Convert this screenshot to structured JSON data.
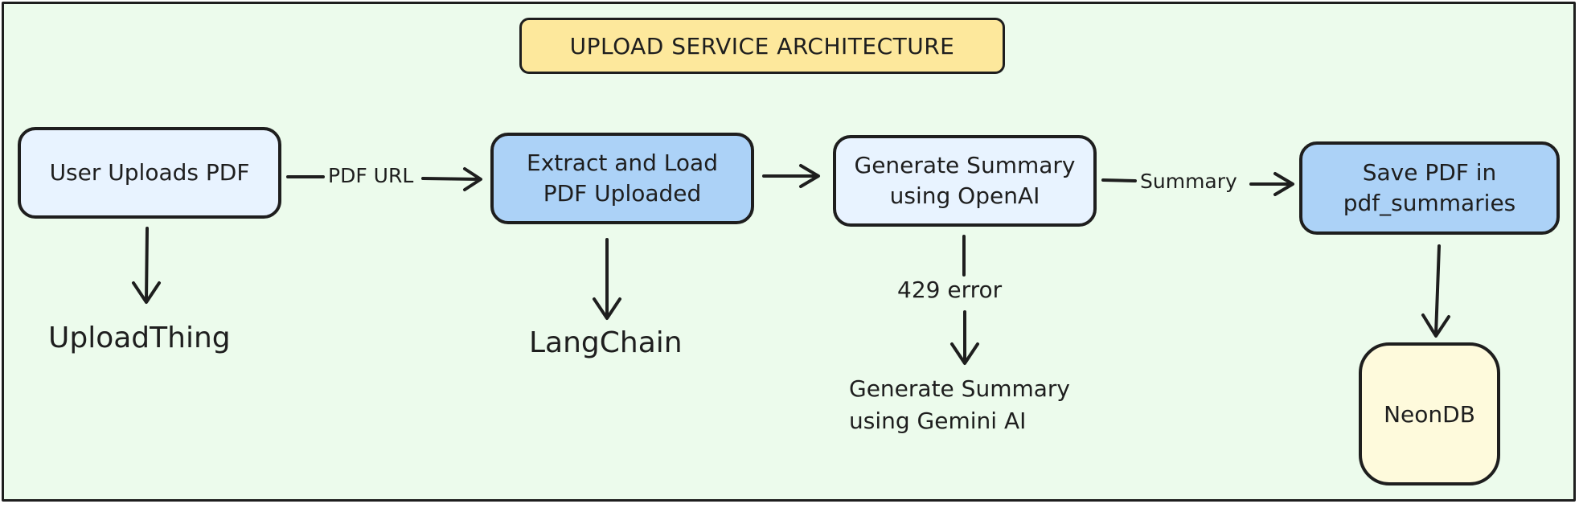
{
  "title": "UPLOAD SERVICE ARCHITECTURE",
  "nodes": {
    "user_uploads": "User Uploads PDF",
    "extract_load": "Extract and Load\nPDF Uploaded",
    "generate_openai": "Generate Summary\nusing OpenAI",
    "save_pdf": "Save PDF in\npdf_summaries",
    "neondb": "NeonDB"
  },
  "edge_labels": {
    "pdf_url": "PDF URL",
    "summary": "Summary",
    "error_429": "429 error"
  },
  "tools": {
    "uploadthing": "UploadThing",
    "langchain": "LangChain"
  },
  "fallback_note": "Generate Summary\nusing Gemini AI",
  "colors": {
    "background": "#ecfbec",
    "title_fill": "#fde89c",
    "light_box_fill": "#e8f3ff",
    "blue_box_fill": "#acd2f7",
    "db_fill": "#fefadc",
    "stroke": "#1e1e1e"
  }
}
